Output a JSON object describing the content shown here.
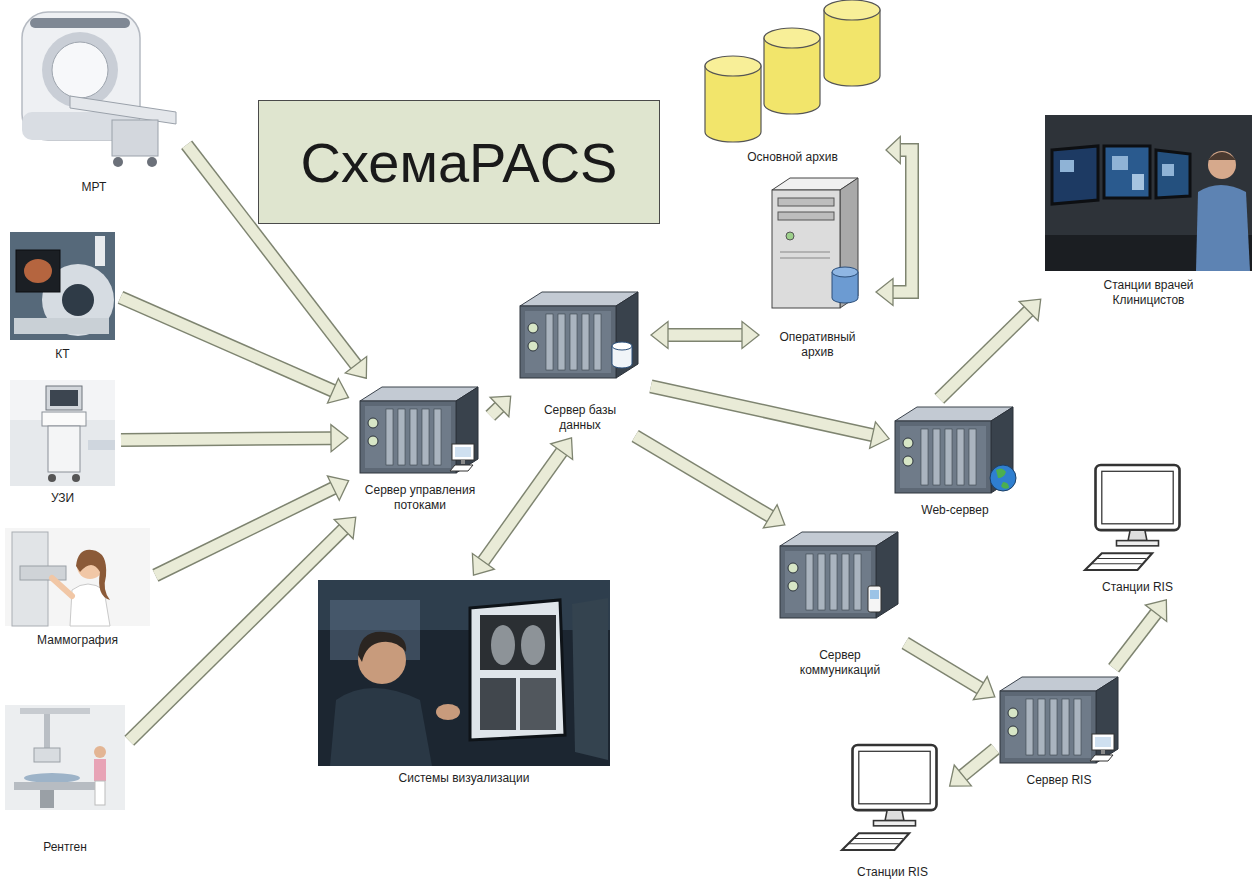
{
  "diagram": {
    "title": "СхемаPACS",
    "nodes": [
      {
        "text": [
          "МРТ"
        ]
      },
      {
        "text": [
          "КТ"
        ]
      },
      {
        "text": [
          "УЗИ"
        ]
      },
      {
        "text": [
          "Маммография"
        ]
      },
      {
        "text": [
          "Рентген"
        ]
      },
      {
        "text": [
          "Сервер управления потоками"
        ]
      },
      {
        "text": [
          "Сервер базы данных"
        ]
      },
      {
        "text": [
          "Системы визуализации"
        ]
      },
      {
        "text": [
          "Основной архив"
        ]
      },
      {
        "text": [
          "Оперативный архив"
        ]
      },
      {
        "text": [
          "Web-сервер"
        ]
      },
      {
        "text": [
          "Сервер коммуникаций"
        ]
      },
      {
        "text": [
          "Станции врачей Клиницистов"
        ]
      },
      {
        "text": [
          "Станции RIS"
        ]
      },
      {
        "text": [
          "Сервер RIS"
        ]
      },
      {
        "text": [
          "Станции RIS"
        ]
      }
    ],
    "edges": [
      {
        "from": 0,
        "to": 5,
        "arrow": "to"
      },
      {
        "from": 1,
        "to": 5,
        "arrow": "to"
      },
      {
        "from": 2,
        "to": 5,
        "arrow": "to"
      },
      {
        "from": 3,
        "to": 5,
        "arrow": "to"
      },
      {
        "from": 4,
        "to": 5,
        "arrow": "to"
      },
      {
        "from": 5,
        "to": 6,
        "arrow": "to"
      },
      {
        "from": 7,
        "to": 6,
        "arrow": "both"
      },
      {
        "from": 6,
        "to": 9,
        "arrow": "both"
      },
      {
        "from": 8,
        "to": 9,
        "arrow": "both"
      },
      {
        "from": 6,
        "to": 10,
        "arrow": "to"
      },
      {
        "from": 6,
        "to": 11,
        "arrow": "to"
      },
      {
        "from": 10,
        "to": 12,
        "arrow": "to"
      },
      {
        "from": 11,
        "to": 14,
        "arrow": "to"
      },
      {
        "from": 14,
        "to": 13,
        "arrow": "to"
      },
      {
        "from": 14,
        "to": 15,
        "arrow": "to"
      }
    ]
  }
}
